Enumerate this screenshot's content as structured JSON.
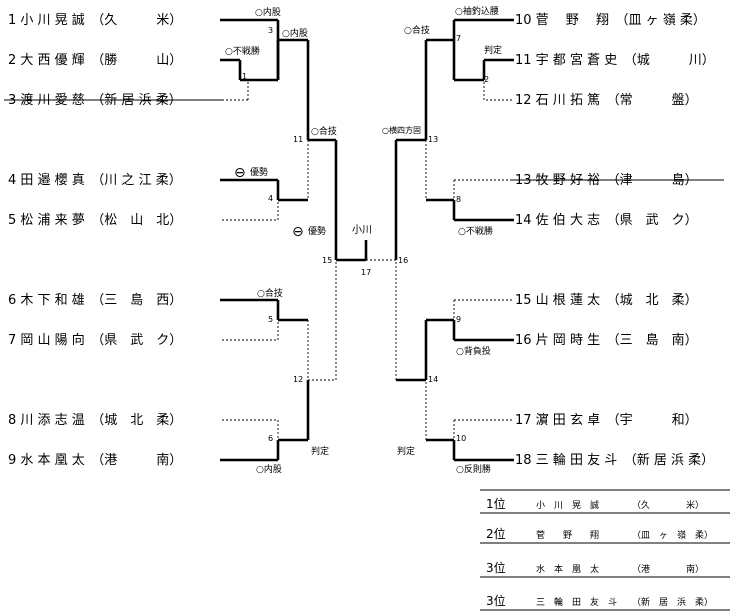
{
  "left_players": [
    {
      "num": "1",
      "name": "小 川 晃 誠",
      "school": "（久　　　米）"
    },
    {
      "num": "2",
      "name": "大 西 優 輝",
      "school": "（勝　　　山）"
    },
    {
      "num": "3",
      "name": "渡 川 愛 慈",
      "school": "（新 居 浜 柔）"
    },
    {
      "num": "4",
      "name": "田 邉 櫻 真",
      "school": "（川 之 江 柔）"
    },
    {
      "num": "5",
      "name": "松 浦 来 夢",
      "school": "（松　山　北）"
    },
    {
      "num": "6",
      "name": "木 下 和 雄",
      "school": "（三　島　西）"
    },
    {
      "num": "7",
      "name": "岡 山 陽 向",
      "school": "（県　武　ク）"
    },
    {
      "num": "8",
      "name": "川 添 志 温",
      "school": "（城　北　柔）"
    },
    {
      "num": "9",
      "name": "水 本 凰 太",
      "school": "（港　　　南）"
    }
  ],
  "right_players": [
    {
      "num": "10",
      "name": "菅 　野 　翔",
      "school": "（皿 ヶ 嶺 柔）"
    },
    {
      "num": "11",
      "name": "宇 都 宮 蒼 史",
      "school": "（城　　　川）"
    },
    {
      "num": "12",
      "name": "石 川 拓 篤",
      "school": "（常　　　盤）"
    },
    {
      "num": "13",
      "name": "牧 野 好 裕",
      "school": "（津　　　島）"
    },
    {
      "num": "14",
      "name": "佐 伯 大 志",
      "school": "（県　武　ク）"
    },
    {
      "num": "15",
      "name": "山 根 蓮 太",
      "school": "（城　北　柔）"
    },
    {
      "num": "16",
      "name": "片 岡 時 生",
      "school": "（三　島　南）"
    },
    {
      "num": "17",
      "name": "濵 田 玄 卓",
      "school": "（宇　　　和）"
    },
    {
      "num": "18",
      "name": "三 輪 田 友 斗",
      "school": "（新 居 浜 柔）"
    }
  ],
  "match_numbers": [
    "1",
    "2",
    "3",
    "4",
    "5",
    "6",
    "7",
    "8",
    "9",
    "10",
    "11",
    "12",
    "13",
    "14",
    "15",
    "16",
    "17"
  ],
  "annotations": {
    "m3_uchimata": "○内股",
    "m1_fusen": "○不戦勝",
    "m3_uchimata2": "○内股",
    "m11_goukei": "○合技",
    "m4_yusei": "優勢",
    "m4_yusei_mark": "⊖",
    "m15_yusei": "優勢",
    "m15_yusei_mark": "⊖",
    "m5_goukei": "○合技",
    "m6_hantei": "判定",
    "m6_uchimata": "○内股",
    "m7_sode": "○袖釣込腰",
    "m7_goukei": "○合技",
    "m2_hantei": "判定",
    "m13_yoko": "○横四方固",
    "m8_fusen": "○不戦勝",
    "m9_seoi": "○背負投",
    "m10_hantei": "判定",
    "m10_hansoku": "○反則勝",
    "winner": "小川"
  },
  "rankings": [
    {
      "rank": "1位",
      "name": "小　川　晃　誠",
      "school": "（久　　　　米）"
    },
    {
      "rank": "2位",
      "name": "菅　　野　　翔",
      "school": "（皿　ヶ　嶺　柔）"
    },
    {
      "rank": "3位",
      "name": "水　本　凰　太",
      "school": "（港　　　　南）"
    },
    {
      "rank": "3位",
      "name": "三　輪　田　友　斗",
      "school": "（新　居　浜　柔）"
    }
  ]
}
